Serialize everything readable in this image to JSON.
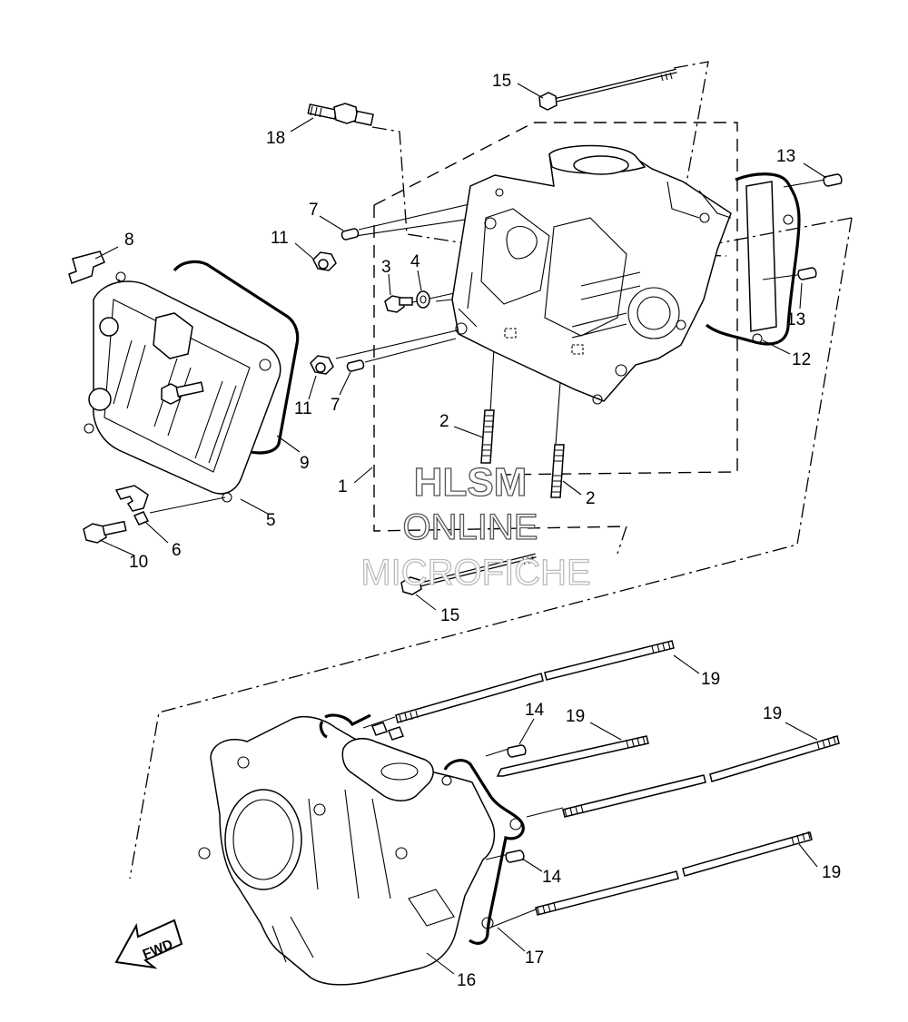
{
  "watermark": {
    "line1": "HLSM",
    "line2": "ONLINE",
    "line3": "MICROFICHE"
  },
  "fwd_label": "FWD",
  "callouts": [
    {
      "id": "c15a",
      "label": "15"
    },
    {
      "id": "c18",
      "label": "18"
    },
    {
      "id": "c13a",
      "label": "13"
    },
    {
      "id": "c7a",
      "label": "7"
    },
    {
      "id": "c11a",
      "label": "11"
    },
    {
      "id": "c8",
      "label": "8"
    },
    {
      "id": "c3",
      "label": "3"
    },
    {
      "id": "c4",
      "label": "4"
    },
    {
      "id": "c13b",
      "label": "13"
    },
    {
      "id": "c12",
      "label": "12"
    },
    {
      "id": "c11b",
      "label": "11"
    },
    {
      "id": "c7b",
      "label": "7"
    },
    {
      "id": "c2a",
      "label": "2"
    },
    {
      "id": "c9",
      "label": "9"
    },
    {
      "id": "c1",
      "label": "1"
    },
    {
      "id": "c2b",
      "label": "2"
    },
    {
      "id": "c5",
      "label": "5"
    },
    {
      "id": "c6",
      "label": "6"
    },
    {
      "id": "c10",
      "label": "10"
    },
    {
      "id": "c15b",
      "label": "15"
    },
    {
      "id": "c19a",
      "label": "19"
    },
    {
      "id": "c14a",
      "label": "14"
    },
    {
      "id": "c19b",
      "label": "19"
    },
    {
      "id": "c19c",
      "label": "19"
    },
    {
      "id": "c14b",
      "label": "14"
    },
    {
      "id": "c19d",
      "label": "19"
    },
    {
      "id": "c17",
      "label": "17"
    },
    {
      "id": "c16",
      "label": "16"
    }
  ]
}
